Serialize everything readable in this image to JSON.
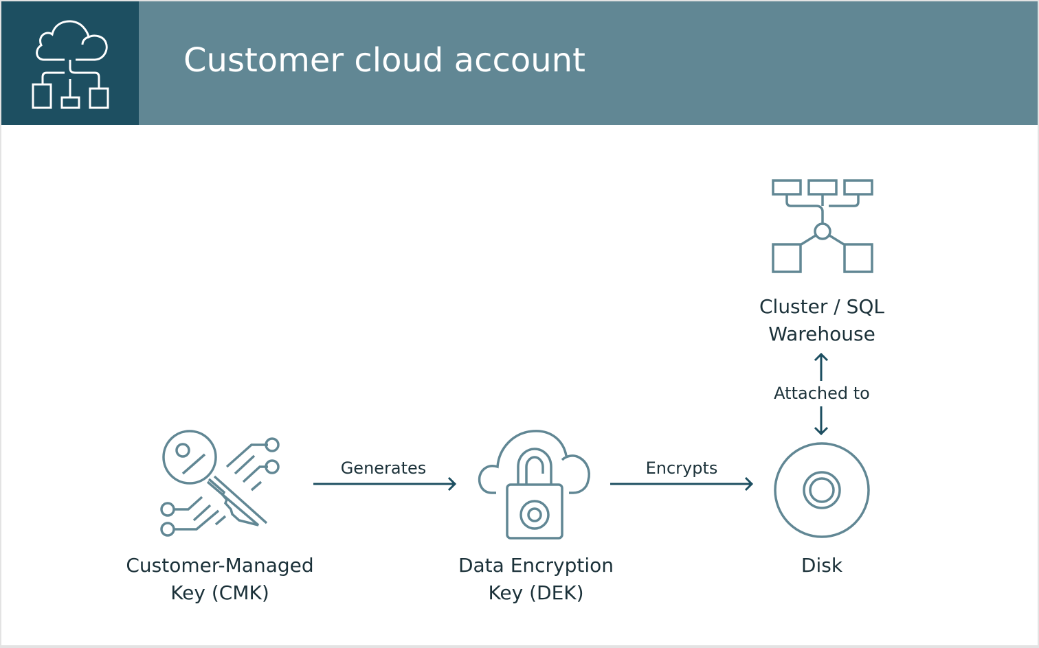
{
  "header": {
    "title": "Customer cloud account",
    "icon": "cloud-hierarchy-icon",
    "colors": {
      "bar": "#618794",
      "icon_box": "#1d4f61"
    }
  },
  "nodes": {
    "cmk": {
      "line1": "Customer-Managed",
      "line2": "Key (CMK)",
      "icon": "key-circuit-icon"
    },
    "dek": {
      "line1": "Data Encryption",
      "line2": "Key (DEK)",
      "icon": "cloud-lock-icon"
    },
    "disk": {
      "label": "Disk",
      "icon": "disk-icon"
    },
    "cluster": {
      "line1": "Cluster / SQL",
      "line2": "Warehouse",
      "icon": "cluster-network-icon"
    }
  },
  "edges": {
    "generates": "Generates",
    "encrypts": "Encrypts",
    "attached_to": "Attached to"
  },
  "colors": {
    "icon_stroke": "#618794",
    "arrow": "#1d4f61",
    "text": "#1b3139"
  }
}
